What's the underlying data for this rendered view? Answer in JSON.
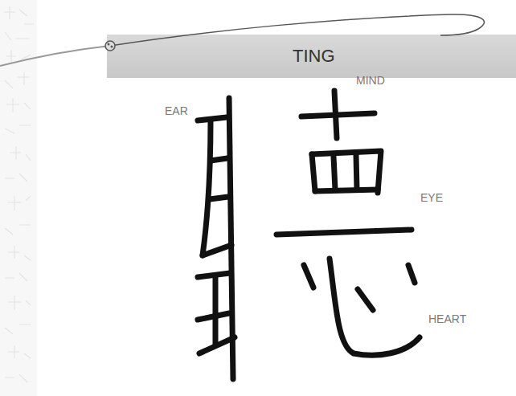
{
  "diagram": {
    "title": "TING",
    "labels": [
      "EAR",
      "MIND",
      "EYE",
      "HEART"
    ]
  }
}
